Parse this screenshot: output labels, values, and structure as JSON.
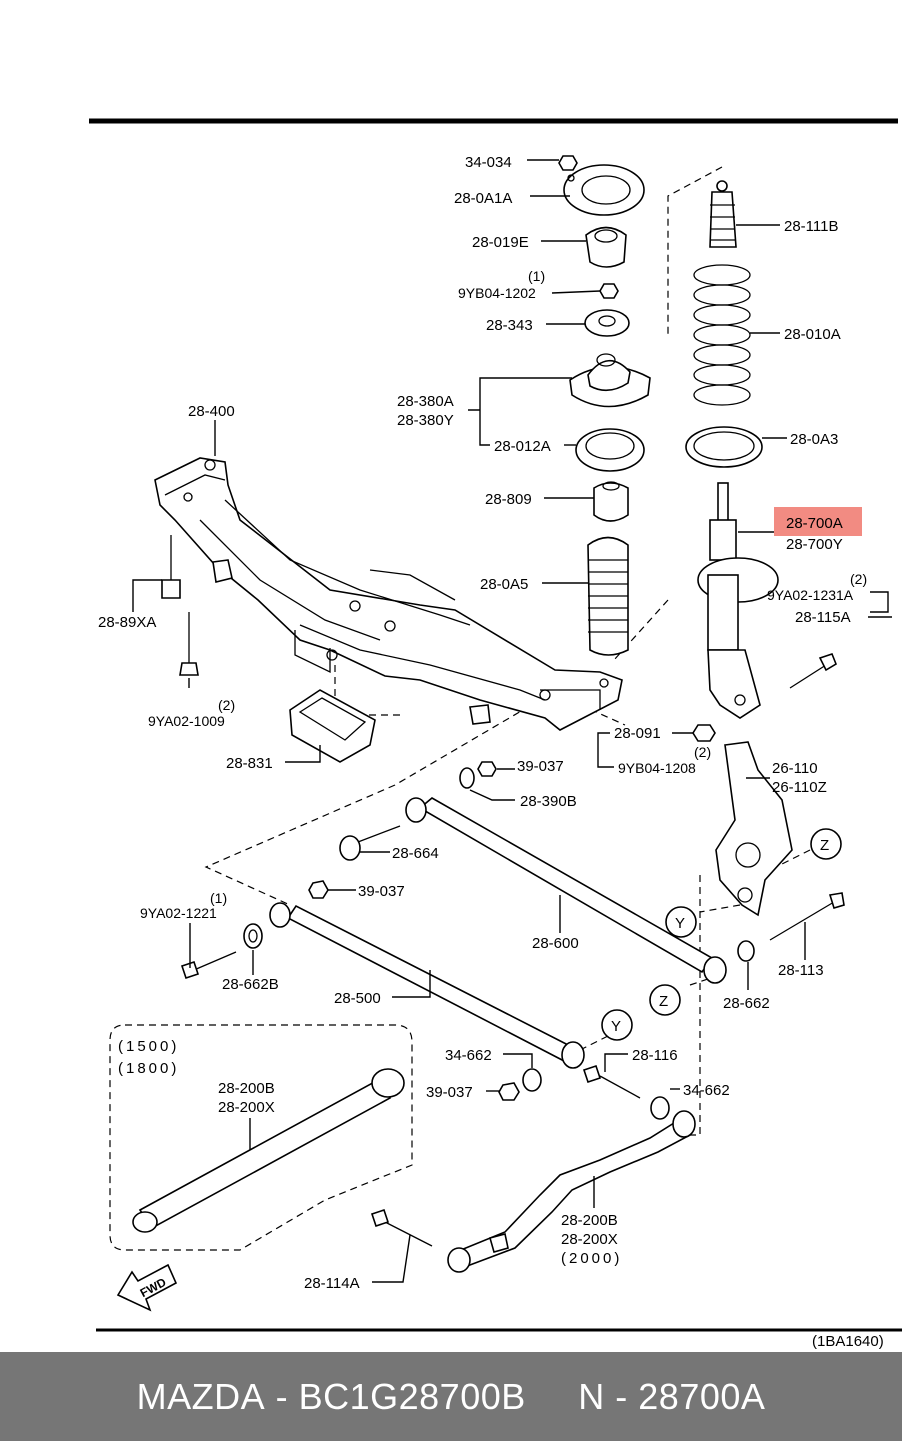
{
  "labels": {
    "p34_034": "34-034",
    "p28_0a1a": "28-0A1A",
    "p28_019e": "28-019E",
    "q1a": "(1)",
    "p9yb04_1202": "9YB04-1202",
    "p28_343": "28-343",
    "p28_380a": "28-380A",
    "p28_380y": "28-380Y",
    "p28_012a": "28-012A",
    "p28_809": "28-809",
    "p28_0a5": "28-0A5",
    "p28_111b": "28-111B",
    "p28_010a": "28-010A",
    "p28_0a3": "28-0A3",
    "p28_700a": "28-700A",
    "p28_700y": "28-700Y",
    "q2a": "(2)",
    "p9ya02_1231a": "9YA02-1231A",
    "p28_115a": "28-115A",
    "p28_400": "28-400",
    "p28_89xa": "28-89XA",
    "q2b": "(2)",
    "p9ya02_1009": "9YA02-1009",
    "p28_831": "28-831",
    "p28_091": "28-091",
    "q2c": "(2)",
    "p9yb04_1208": "9YB04-1208",
    "p26_110": "26-110",
    "p26_110z": "26-110Z",
    "p39_037a": "39-037",
    "p28_390b": "28-390B",
    "p28_664": "28-664",
    "p39_037b": "39-037",
    "q1b": "(1)",
    "p9ya02_1221": "9YA02-1221",
    "p28_662b": "28-662B",
    "p28_600": "28-600",
    "p28_113": "28-113",
    "p28_662": "28-662",
    "p28_500": "28-500",
    "p34_662a": "34-662",
    "p28_116": "28-116",
    "p39_037c": "39-037",
    "p34_662b": "34-662",
    "v1500": "(1500)",
    "v1800": "(1800)",
    "p28_200b_a": "28-200B",
    "p28_200x_a": "28-200X",
    "p28_200b_b": "28-200B",
    "p28_200x_b": "28-200X",
    "v2000": "(2000)",
    "p28_114a": "28-114A",
    "fwd": "FWD",
    "z1": "Z",
    "z2": "Z",
    "y1": "Y",
    "y2": "Y",
    "ref": "(1BA1640)"
  },
  "highlight": {
    "part": "28-700A",
    "color": "#f28b82"
  },
  "footer": {
    "brand": "MAZDA",
    "part_number": "BC1G28700B",
    "note": "N - 28700A",
    "separator": " - "
  }
}
